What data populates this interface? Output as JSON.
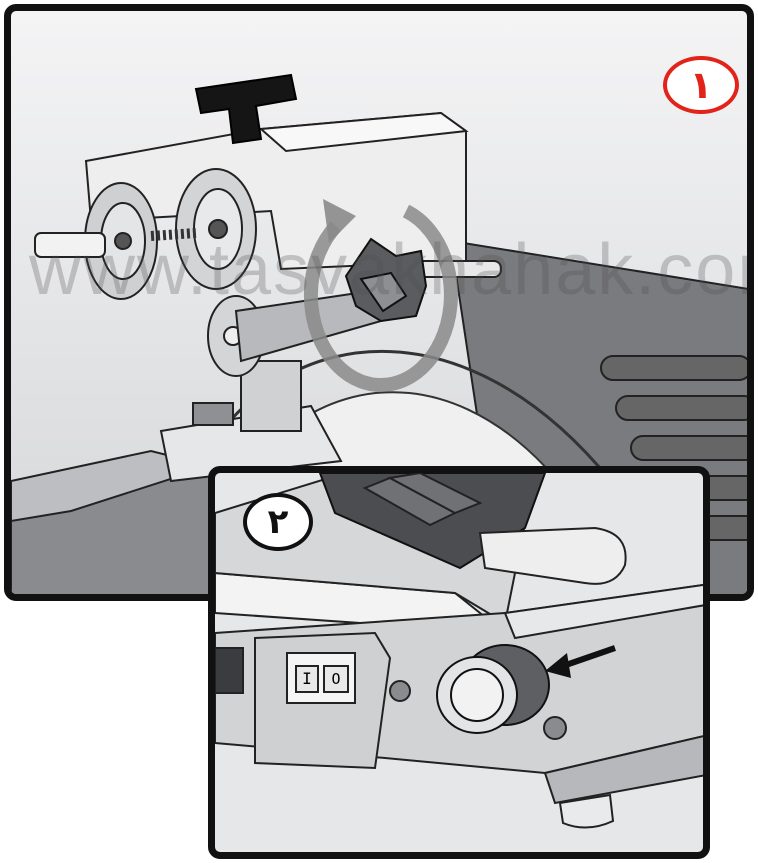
{
  "watermark": "www.tasvakhahak.com",
  "steps": {
    "step1_label": "١",
    "step2_label": "٢"
  },
  "control_panel": {
    "on_symbol": "I",
    "off_symbol": "O"
  },
  "colors": {
    "step1_accent": "#e2231a",
    "frame_border": "#111111",
    "metal": "#d9dadc"
  }
}
